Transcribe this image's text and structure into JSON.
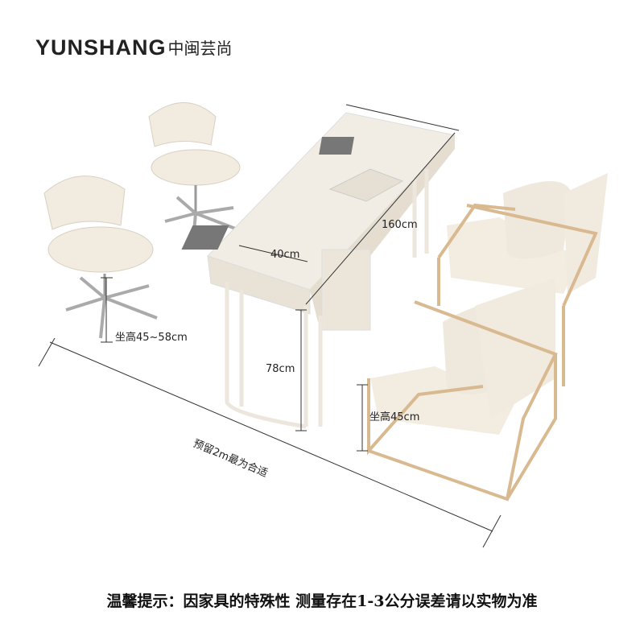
{
  "brand": {
    "logo_latin": "YUNSHANG",
    "logo_cn": "中闽芸尚"
  },
  "dimensions": {
    "table_length": "160cm",
    "fan_width": "40cm",
    "stool_seat_height": "坐高45~58cm",
    "table_height": "78cm",
    "chair_seat_height": "坐高45cm",
    "reserved_space": "预留2m最为合适"
  },
  "footer_note": "温馨提示：因家具的特殊性 测量存在1-3公分误差请以实物为准",
  "colors": {
    "furniture": "#efe9df",
    "frame_gold": "#d9b990",
    "text": "#222222"
  }
}
